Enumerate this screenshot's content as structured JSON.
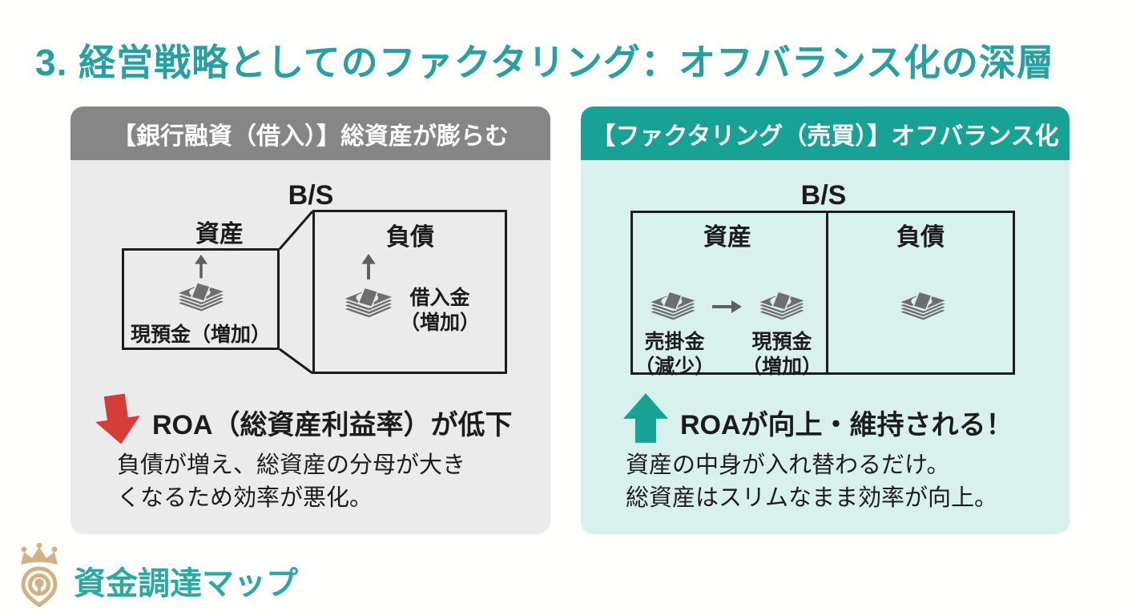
{
  "title": "3. 経営戦略としてのファクタリング：オフバランス化の深層",
  "colors": {
    "title_teal": "#26a0a0",
    "header_gray": "#868686",
    "panel_gray": "#ebebeb",
    "header_teal": "#17a295",
    "panel_mint": "#d9f1ed",
    "arrow_red": "#d63c38",
    "arrow_teal": "#17a295",
    "ink": "#1c1c1c",
    "money_gray": "#6e6e6e",
    "brand_gold": "#d2b285",
    "brand_teal": "#2aa8a2"
  },
  "icons": {
    "money_stack": "stacked-banknotes",
    "small_up_arrow": "↑",
    "small_right_arrow": "→",
    "block_down_arrow": "⬇",
    "block_up_arrow": "⬆",
    "brand_mark": "crown-map-pin"
  },
  "left_panel": {
    "header": "【銀行融資（借入）】総資産が膨らむ",
    "bs_title": "B/S",
    "assets_label": "資産",
    "liabilities_label": "負債",
    "asset_item": "現預金（増加）",
    "liability_item_line1": "借入金",
    "liability_item_line2": "（増加）",
    "roa_heading": "ROA（総資産利益率）が低下",
    "desc_line1": "負債が増え、総資産の分母が大き",
    "desc_line2": "くなるため効率が悪化。"
  },
  "right_panel": {
    "header": "【ファクタリング（売買）】オフバランス化",
    "bs_title": "B/S",
    "assets_label": "資産",
    "liabilities_label": "負債",
    "receivable_line1": "売掛金",
    "receivable_line2": "（減少）",
    "cash_line1": "現預金",
    "cash_line2": "（増加）",
    "roa_heading": "ROAが向上・維持される！",
    "desc_line1": "資産の中身が入れ替わるだけ。",
    "desc_line2": "総資産はスリムなまま効率が向上。"
  },
  "footer": {
    "brand": "資金調達マップ"
  }
}
